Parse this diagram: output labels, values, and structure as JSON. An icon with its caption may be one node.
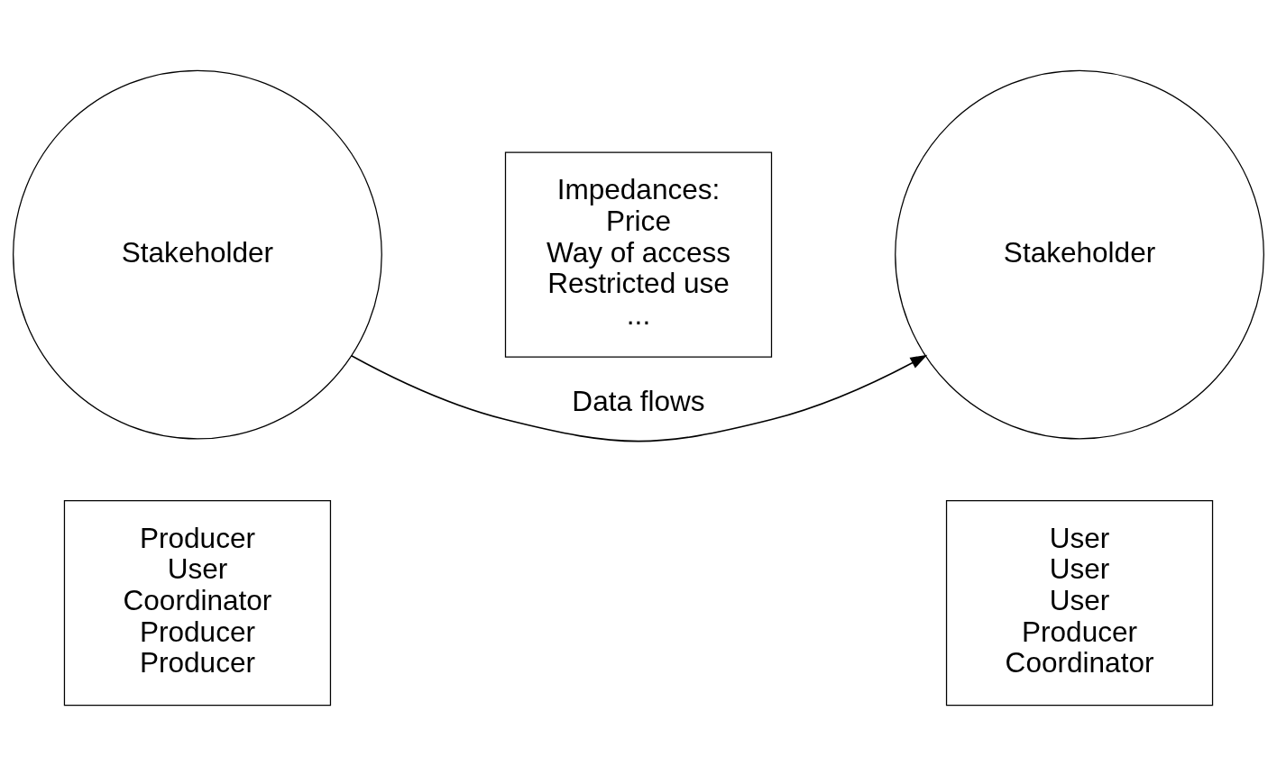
{
  "diagram": {
    "nodes": [
      {
        "text": [
          "Stakeholder"
        ]
      },
      {
        "text": [
          "Impedances:",
          "Price",
          "Way of access",
          "Restricted use",
          "..."
        ]
      },
      {
        "text": [
          "Stakeholder"
        ]
      },
      {
        "text": [
          "Producer",
          "User",
          "Coordinator",
          "Producer",
          "Producer"
        ]
      },
      {
        "text": [
          "User",
          "User",
          "User",
          "Producer",
          "Coordinator"
        ]
      }
    ],
    "edges": [
      {
        "from": 0,
        "to": 2,
        "arrow": "to",
        "label": "Data flows"
      }
    ]
  }
}
